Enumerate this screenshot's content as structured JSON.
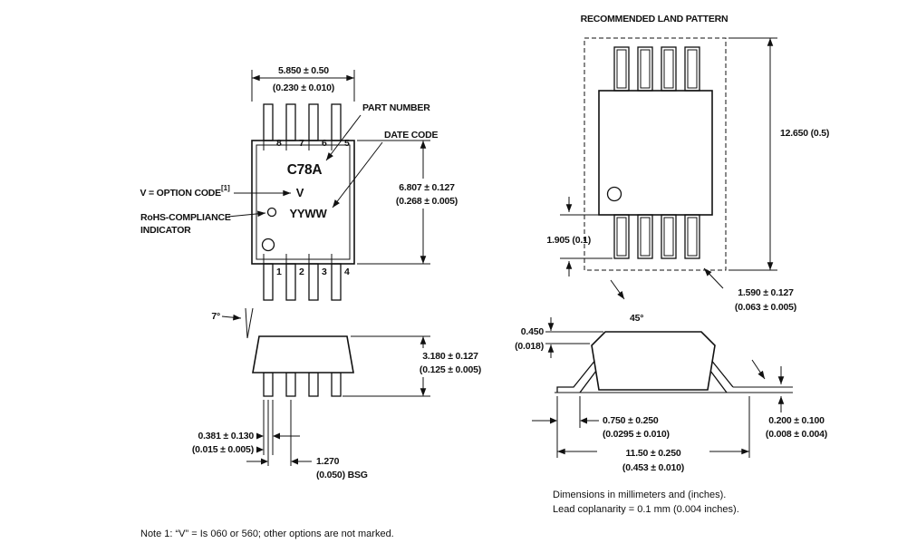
{
  "top_view": {
    "part_number": "C78A",
    "option_code": "V",
    "date_code": "YYWW",
    "pins_top": [
      "8",
      "7",
      "6",
      "5"
    ],
    "pins_bottom": [
      "1",
      "2",
      "3",
      "4"
    ],
    "labels": {
      "part_number": "PART NUMBER",
      "date_code": "DATE CODE",
      "option_code": "V = OPTION CODE",
      "option_code_sup": "[1]",
      "rohs_line1": "RoHS-COMPLIANCE",
      "rohs_line2": "INDICATOR"
    },
    "dims": {
      "width_mm": "5.850 ± 0.50",
      "width_in": "(0.230 ± 0.010)",
      "length_mm": "6.807 ± 0.127",
      "length_in": "(0.268 ± 0.005)"
    }
  },
  "side_view": {
    "dims": {
      "angle": "7°",
      "height_mm": "3.180 ± 0.127",
      "height_in": "(0.125 ± 0.005)",
      "lead_width_mm": "0.381 ± 0.130",
      "lead_width_in": "(0.015 ± 0.005)",
      "pitch_mm": "1.270",
      "pitch_in": "(0.050) BSG"
    }
  },
  "land_pattern": {
    "title": "RECOMMENDED LAND PATTERN",
    "dims": {
      "length": "12.650 (0.5)",
      "pad_height": "1.905 (0.1)",
      "pad_width_mm": "1.590 ± 0.127",
      "pad_width_in": "(0.063 ± 0.005)"
    }
  },
  "end_view": {
    "dims": {
      "angle": "45°",
      "chamfer_mm": "0.450",
      "chamfer_in": "(0.018)",
      "foot_mm": "0.750 ± 0.250",
      "foot_in": "(0.0295 ± 0.010)",
      "thickness_mm": "0.200 ± 0.100",
      "thickness_in": "(0.008 ± 0.004)",
      "width_mm": "11.50 ± 0.250",
      "width_in": "(0.453 ± 0.010)"
    }
  },
  "notes": {
    "units": "Dimensions in millimeters and (inches).",
    "coplanarity": "Lead coplanarity = 0.1 mm (0.004 inches).",
    "note1": "Note 1: “V” = Is 060 or 560; other options are not marked."
  }
}
